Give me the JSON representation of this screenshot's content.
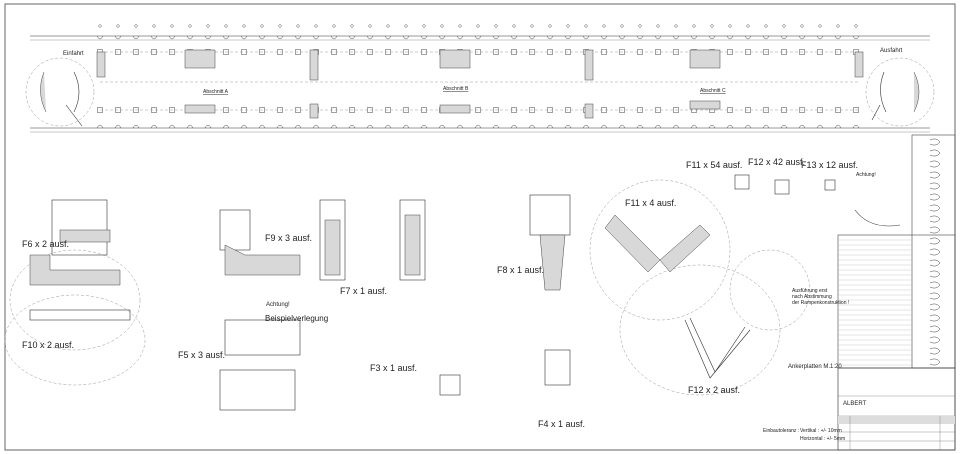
{
  "plan": {
    "entry_label": "Einfahrt",
    "exit_label": "Ausfahrt",
    "sections": [
      "Abschnitt A",
      "Abschnitt B",
      "Abschnitt C"
    ]
  },
  "details": {
    "f6": "F6 x 2 ausf.",
    "f9": "F9 x 3 ausf.",
    "f7": "F7 x 1 ausf.",
    "f8": "F8 x 1 ausf.",
    "f10": "F10 x 2 ausf.",
    "f5": "F5 x 3 ausf.",
    "f3": "F3 x 1 ausf.",
    "f4": "F4 x 1 ausf.",
    "f11": "F11 x 4 ausf.",
    "f11b": "F11 x 54 ausf.",
    "f12": "F12 x 42 ausf.",
    "f13": "F13 x 12 ausf.",
    "f12b": "F12 x 2 ausf."
  },
  "notes": {
    "attention": "Achtung!",
    "example_laying": "Beispielverlegung",
    "execution_1": "Ausführung erst",
    "execution_2": "nach Abstimmung",
    "execution_3": "der Rampenkonstruktion !",
    "anchor_plates": "Ankerplatten M.1:20",
    "tolerance_label": "Einbautoleranz :",
    "tolerance_vertical": "Vertikal : +/- 10mm",
    "tolerance_horizontal": "Horizontal : +/- 5mm",
    "attention_right": "Achtung!"
  },
  "title_block": {
    "company": "ALBERT"
  }
}
